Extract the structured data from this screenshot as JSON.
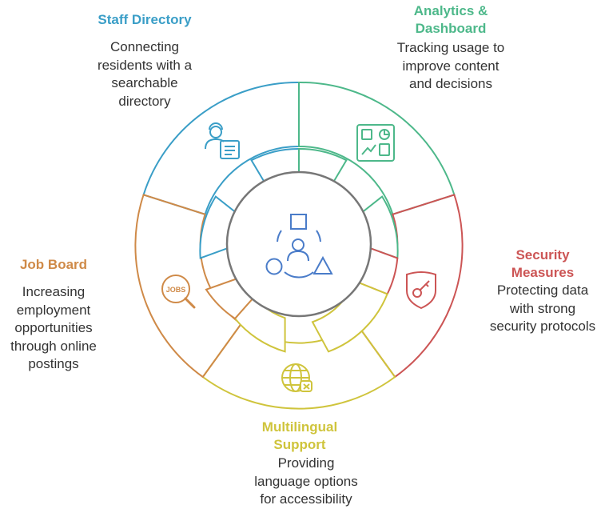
{
  "sections": {
    "staff_directory": {
      "title": "Staff Directory",
      "desc": [
        "Connecting",
        "residents with a",
        "searchable",
        "directory"
      ],
      "color": "#3a9ec7",
      "icon": "staff-directory-icon"
    },
    "analytics": {
      "title": [
        "Analytics &",
        "Dashboard"
      ],
      "desc": [
        "Tracking usage to",
        "improve content",
        "and decisions"
      ],
      "color": "#4db88a",
      "icon": "analytics-dashboard-icon"
    },
    "security": {
      "title": [
        "Security",
        "Measures"
      ],
      "desc": [
        "Protecting data",
        "with strong",
        "security protocols"
      ],
      "color": "#cc5555",
      "icon": "security-key-icon"
    },
    "multilingual": {
      "title": [
        "Multilingual",
        "Support"
      ],
      "desc": [
        "Providing",
        "language options",
        "for accessibility"
      ],
      "color": "#cfc43c",
      "icon": "globe-language-icon"
    },
    "job_board": {
      "title": "Job Board",
      "desc": [
        "Increasing",
        "employment",
        "opportunities",
        "through online",
        "postings"
      ],
      "color": "#cf8a48",
      "icon": "jobs-search-icon"
    }
  },
  "jobs_icon_text": "JOBS",
  "center": {
    "color": "#777777",
    "icon": "community-shapes-icon",
    "icon_color": "#4a7cc9"
  }
}
